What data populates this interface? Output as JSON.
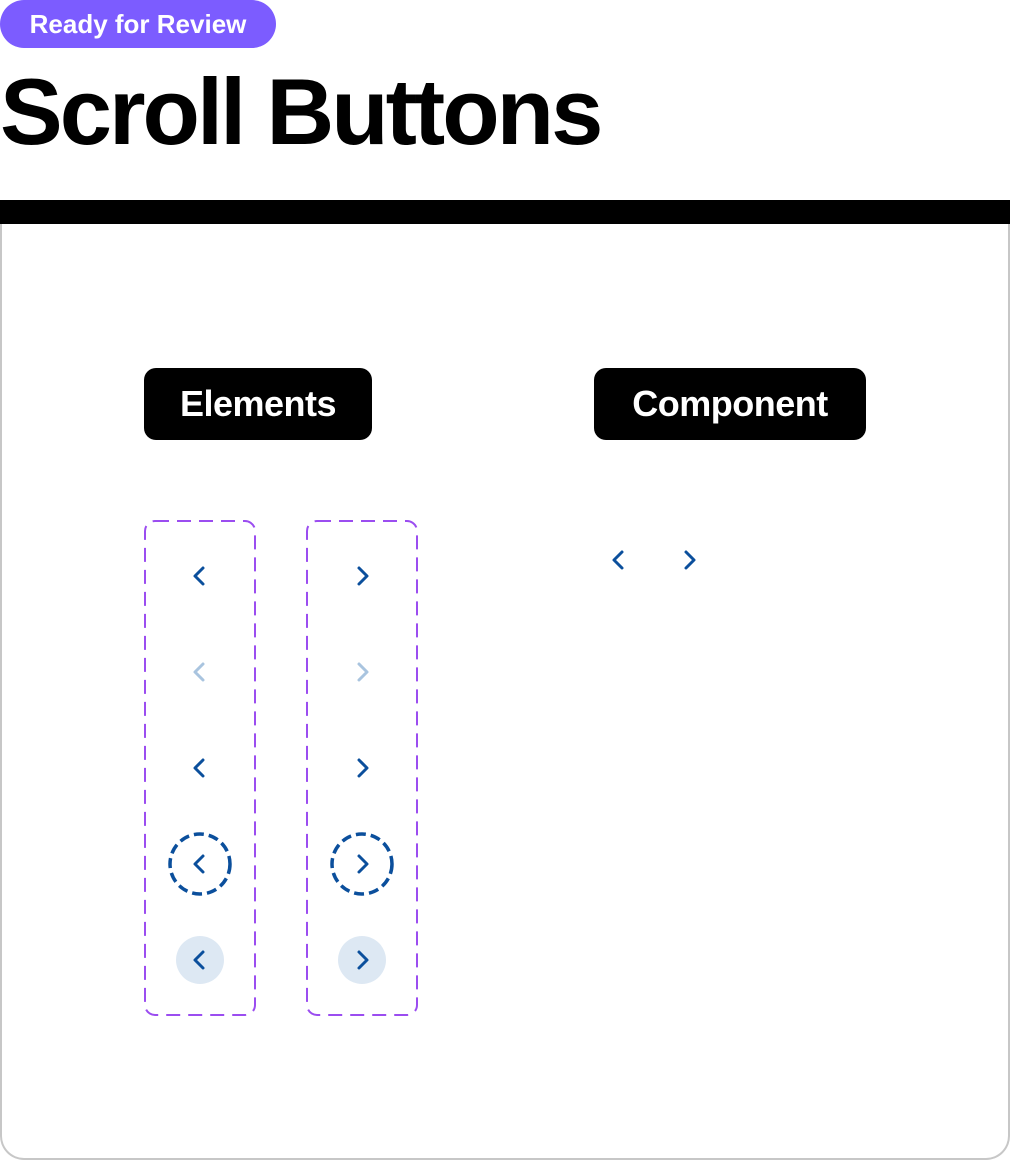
{
  "header": {
    "status_badge": "Ready for Review",
    "title": "Scroll Buttons"
  },
  "sections": {
    "elements_label": "Elements",
    "component_label": "Component"
  },
  "colors": {
    "badge": "#7c5cff",
    "icon": "#0b4f9c",
    "icon_disabled": "#a9c4df",
    "focus_ring": "#0b4f9c",
    "hover_fill": "#dde8f3",
    "variant_frame": "#9b4df0"
  },
  "variants": {
    "states": [
      "default",
      "disabled",
      "pressed",
      "focus",
      "hover"
    ],
    "directions": [
      "previous",
      "next"
    ]
  },
  "icons": {
    "previous": "chevron-left-icon",
    "next": "chevron-right-icon"
  }
}
